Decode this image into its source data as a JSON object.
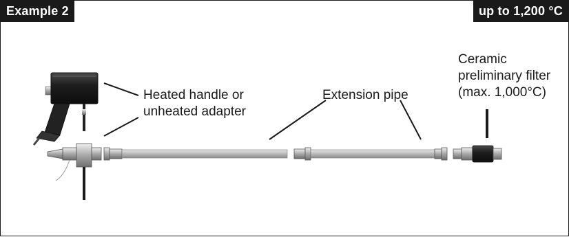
{
  "header": {
    "left_tag": "Example 2",
    "right_tag": "up to 1,200 °C"
  },
  "labels": {
    "handle_line1": "Heated handle or",
    "handle_line2": "unheated adapter",
    "extension_pipe": "Extension pipe",
    "filter_line1": "Ceramic",
    "filter_line2": "preliminary filter",
    "filter_line3": "(max. 1,000°C)"
  },
  "colors": {
    "tag_bg": "#1a1a1a",
    "tag_text": "#ffffff",
    "frame": "#1a1a1a",
    "pipe": "#b9b9b9",
    "handle_body": "#1c1c1c",
    "filter_body": "#2a2a2a"
  }
}
